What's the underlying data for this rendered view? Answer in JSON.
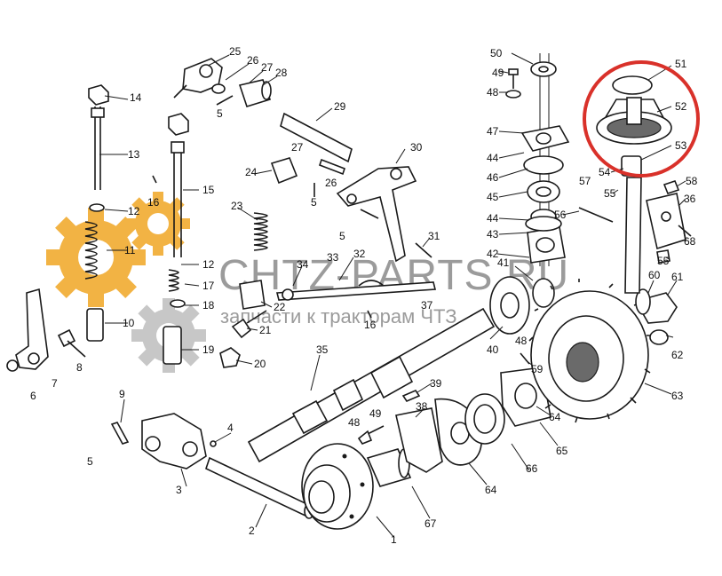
{
  "watermark": {
    "brand": "CHTZ-PARTS.RU",
    "tagline": "запчасти к тракторам ЧТЗ",
    "gear_color_orange": "#f0a623",
    "gear_color_gray": "#bdbdbd",
    "text_color": "#8a8a8a"
  },
  "highlight": {
    "color": "#d9312a",
    "target_part": "52"
  },
  "callouts": [
    "1",
    "2",
    "3",
    "4",
    "5",
    "5",
    "5",
    "5",
    "6",
    "7",
    "8",
    "9",
    "10",
    "11",
    "12",
    "12",
    "13",
    "14",
    "15",
    "16",
    "16",
    "17",
    "18",
    "19",
    "20",
    "21",
    "22",
    "23",
    "24",
    "25",
    "26",
    "26",
    "27",
    "27",
    "28",
    "29",
    "30",
    "31",
    "32",
    "33",
    "34",
    "35",
    "36",
    "37",
    "38",
    "39",
    "40",
    "41",
    "42",
    "43",
    "44",
    "44",
    "45",
    "46",
    "47",
    "48",
    "48",
    "48",
    "49",
    "49",
    "50",
    "51",
    "52",
    "53",
    "54",
    "55",
    "55",
    "56",
    "57",
    "58",
    "59",
    "60",
    "61",
    "62",
    "63",
    "64",
    "64",
    "65",
    "66",
    "67",
    "68"
  ]
}
